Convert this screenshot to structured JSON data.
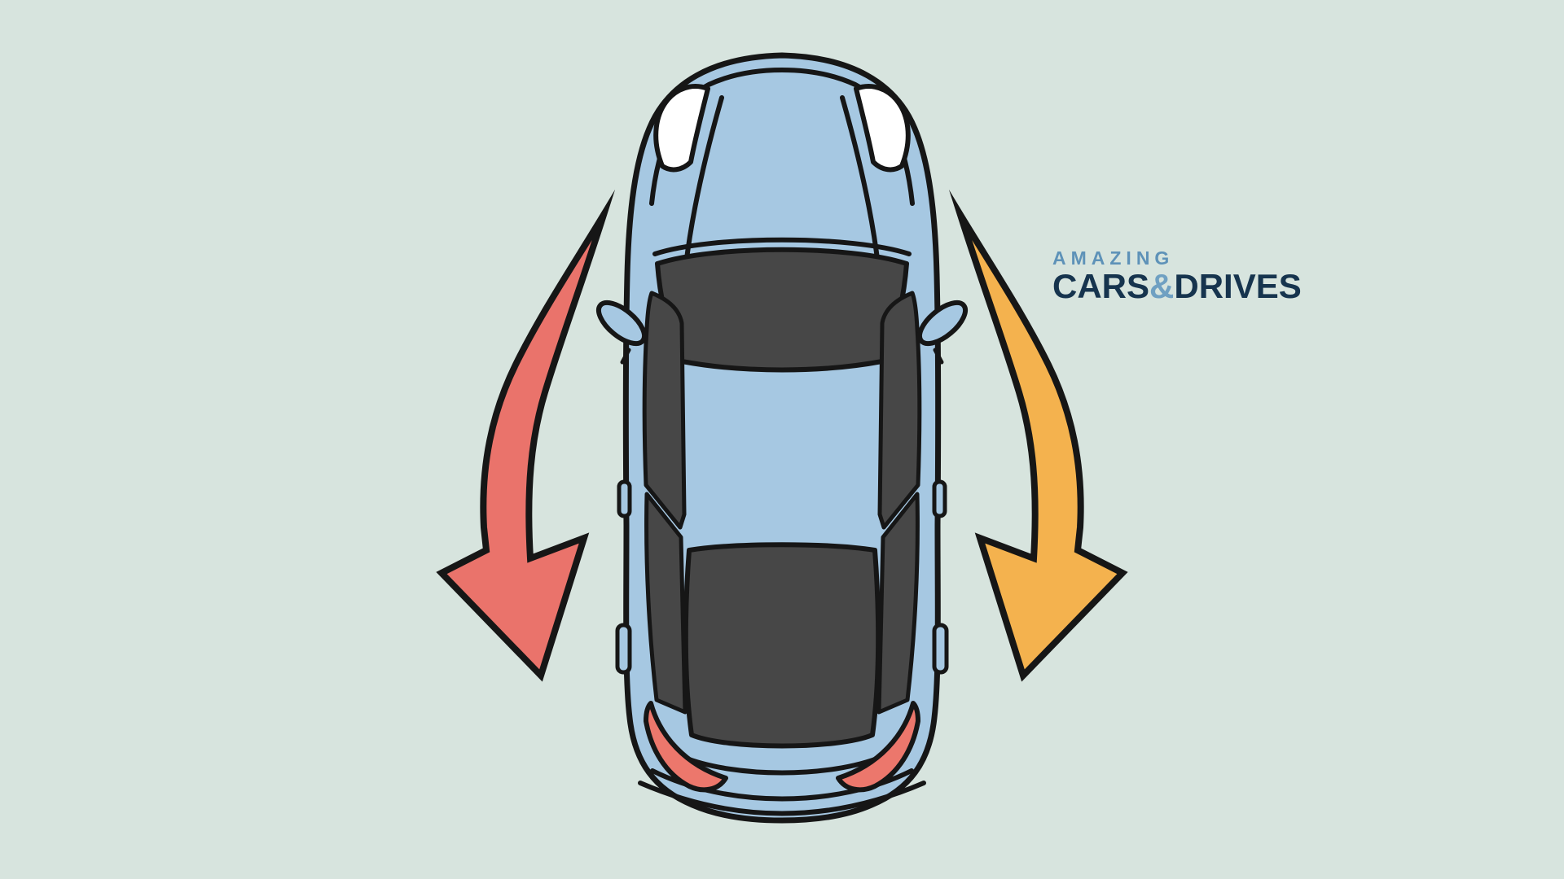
{
  "logo": {
    "top_line": "AMAZING",
    "brand_part1": "CARS",
    "brand_amp": "&",
    "brand_part2": "DRIVES"
  },
  "illustration": {
    "subject": "car-top-view",
    "car_orientation": "front-up",
    "arrows": [
      {
        "side": "left",
        "direction": "down",
        "color_key": "arrow_left"
      },
      {
        "side": "right",
        "direction": "down",
        "color_key": "arrow_right"
      }
    ]
  },
  "colors": {
    "background": "#d7e4de",
    "car_body": "#a6c8e2",
    "glass": "#474747",
    "outline": "#161616",
    "headlight": "#ffffff",
    "taillight": "#ec776c",
    "arrow_left": "#ea736b",
    "arrow_right": "#f4b24e",
    "logo_primary": "#16344e",
    "logo_accent": "#5e92b8",
    "logo_amp": "#6fa0c2"
  }
}
